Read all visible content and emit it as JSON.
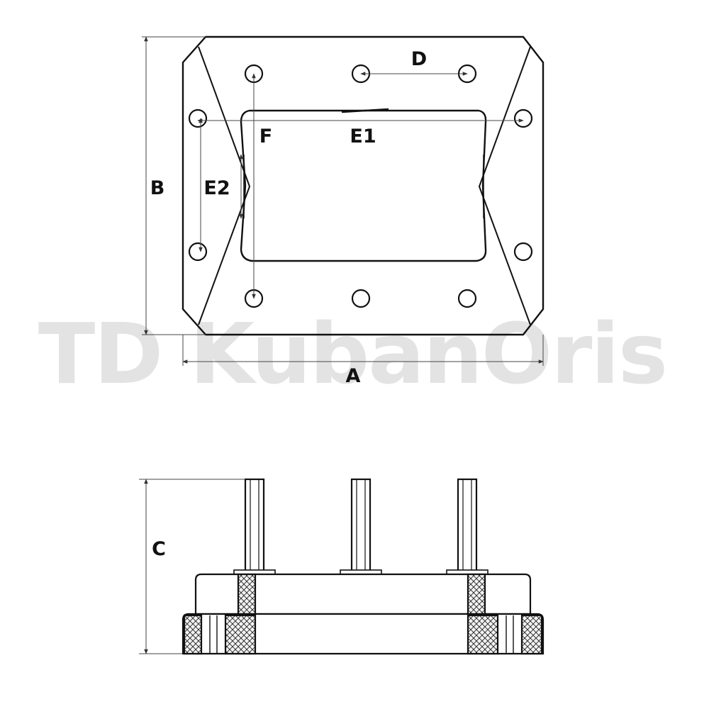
{
  "watermark": "TD KubanOris",
  "colors": {
    "line": "#111111",
    "watermark": "#e3e3e3",
    "dimension": "#555555"
  },
  "top_view": {
    "labels": {
      "a": "A",
      "b": "B",
      "d": "D",
      "e1": "E1",
      "e2": "E2",
      "f": "F"
    }
  },
  "side_view": {
    "labels": {
      "c": "C"
    }
  }
}
